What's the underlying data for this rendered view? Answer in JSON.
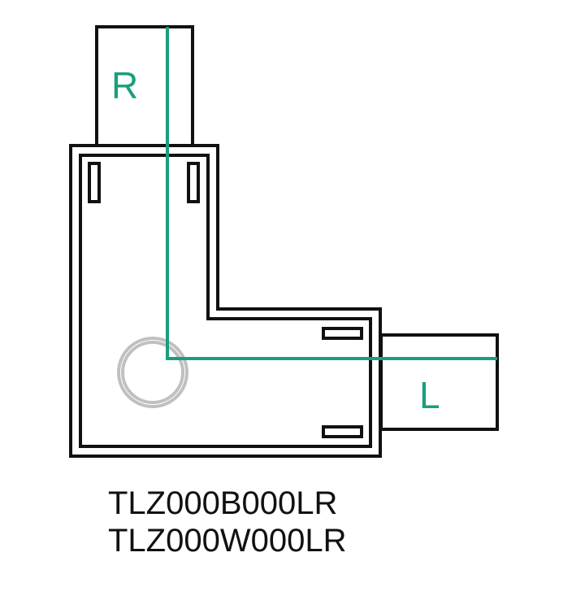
{
  "labels": {
    "top_connector": "R",
    "side_connector": "L"
  },
  "product_codes": [
    "TLZ000B000LR",
    "TLZ000W000LR"
  ],
  "colors": {
    "wire": "#1a9e7e",
    "outline": "#111111",
    "hole": "#c0c0c0"
  }
}
